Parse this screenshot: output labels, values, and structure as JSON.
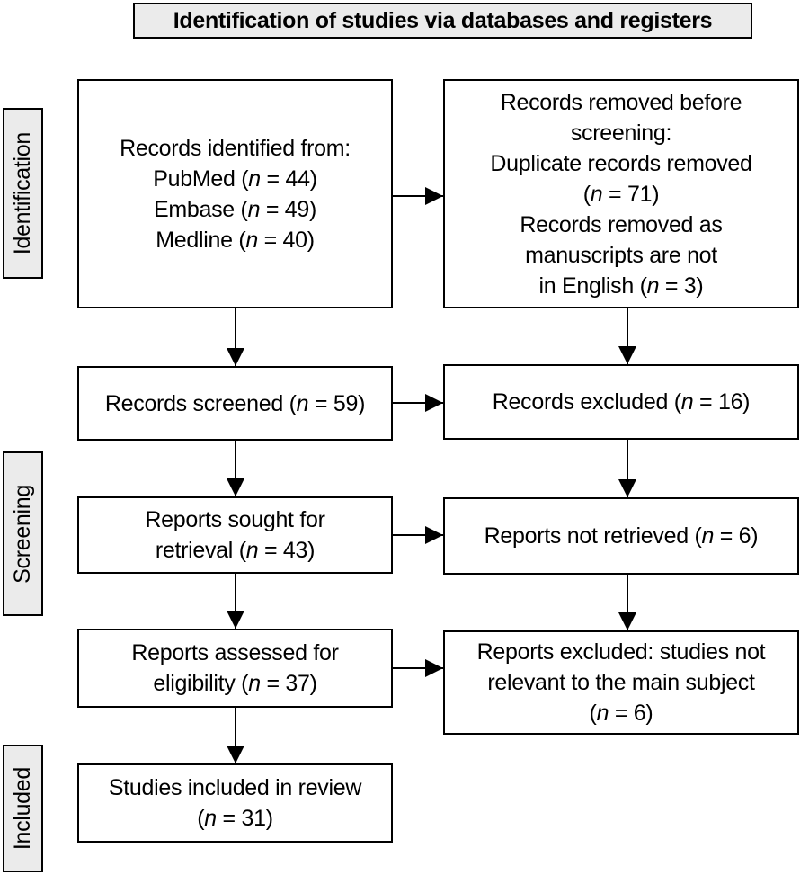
{
  "banner": {
    "title": "Identification of studies via databases and registers"
  },
  "stages": [
    {
      "id": "identification",
      "label": "Identification"
    },
    {
      "id": "screening",
      "label": "Screening"
    },
    {
      "id": "included",
      "label": "Included"
    }
  ],
  "boxes": {
    "records_identified": {
      "lines": [
        "Records identified from:",
        "PubMed (n = 44)",
        "Embase (n = 49)",
        "Medline (n = 40)"
      ],
      "counts": {
        "pubmed": 44,
        "embase": 49,
        "medline": 40
      }
    },
    "records_removed": {
      "lines": [
        "Records removed before",
        "screening:",
        "Duplicate records removed",
        "(n = 71)",
        "Records removed as",
        "manuscripts are not",
        "in English (n = 3)"
      ],
      "counts": {
        "duplicates_removed": 71,
        "not_in_english": 3
      }
    },
    "records_screened": {
      "lines": [
        "Records screened (n = 59)"
      ],
      "counts": {
        "screened": 59
      }
    },
    "records_excluded": {
      "lines": [
        "Records excluded (n = 16)"
      ],
      "counts": {
        "excluded": 16
      }
    },
    "reports_sought": {
      "lines": [
        "Reports sought for",
        "retrieval (n = 43)"
      ],
      "counts": {
        "sought": 43
      }
    },
    "reports_not_retrieved": {
      "lines": [
        "Reports not retrieved (n = 6)"
      ],
      "counts": {
        "not_retrieved": 6
      }
    },
    "reports_assessed": {
      "lines": [
        "Reports assessed for",
        "eligibility (n = 37)"
      ],
      "counts": {
        "assessed": 37
      }
    },
    "reports_excluded": {
      "lines": [
        "Reports excluded: studies not",
        "relevant to the main subject",
        "(n = 6)"
      ],
      "counts": {
        "excluded_not_relevant": 6
      }
    },
    "studies_included": {
      "lines": [
        "Studies included in review",
        "(n = 31)"
      ],
      "counts": {
        "included": 31
      }
    }
  },
  "colors": {
    "banner_fill": "#ebebeb",
    "box_fill": "#ffffff",
    "line": "#000000",
    "text": "#000000"
  }
}
